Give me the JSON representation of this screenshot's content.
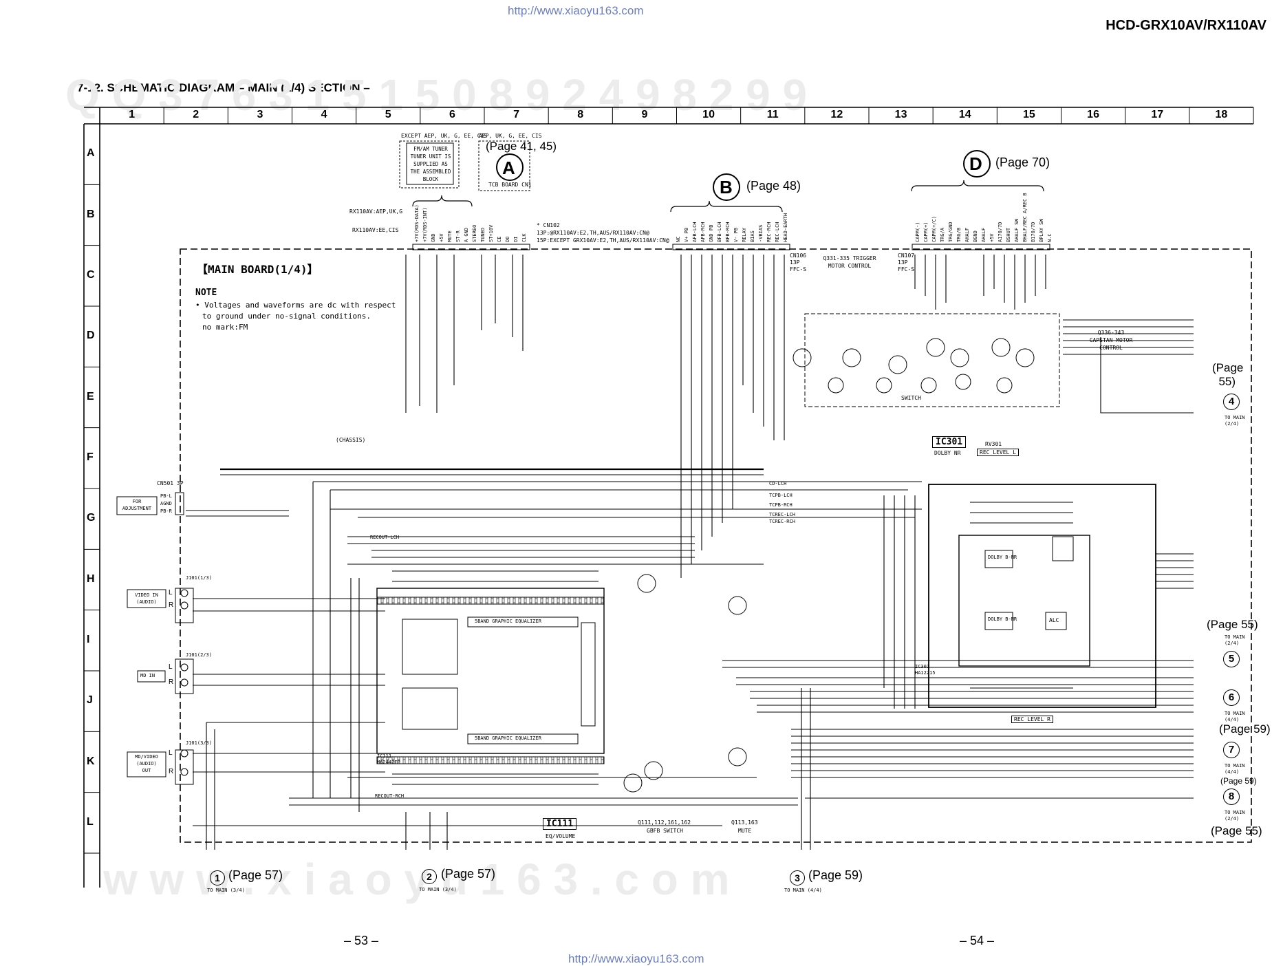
{
  "header": {
    "url": "http://www.xiaoyu163.com",
    "model": "HCD-GRX10AV/RX110AV",
    "title": "7-12. SCHEMATIC DIAGRAM – MAIN (1/4) SECTION –"
  },
  "grid": {
    "columns": [
      "1",
      "2",
      "3",
      "4",
      "5",
      "6",
      "7",
      "8",
      "9",
      "10",
      "11",
      "12",
      "13",
      "14",
      "15",
      "16",
      "17",
      "18"
    ],
    "rows": [
      "A",
      "B",
      "C",
      "D",
      "E",
      "F",
      "G",
      "H",
      "I",
      "J",
      "K",
      "L"
    ]
  },
  "board": {
    "name": "【MAIN BOARD(1/4)】",
    "note_title": "NOTE",
    "note_lines": [
      "• Voltages and waveforms are dc with respect",
      "to ground under no-signal conditions.",
      "no mark:FM"
    ]
  },
  "tuner": {
    "except_label": "EXCEPT AEP, UK, G, EE, CIS",
    "aep_label": "AEP, UK, G, EE, CIS",
    "box_lines": [
      "FM/AM TUNER",
      "TUNER UNIT IS",
      "SUPPLIED AS",
      "THE ASSEMBLED",
      "BLOCK"
    ],
    "tcb_label": "TCB BOARD CN1"
  },
  "connectors": {
    "A": {
      "letter": "A",
      "page": "(Page 41, 45)"
    },
    "B": {
      "letter": "B",
      "page": "(Page 48)"
    },
    "D": {
      "letter": "D",
      "page": "(Page 70)"
    }
  },
  "cn102": {
    "title": "* CN102",
    "line1": "13P:@RX110AV:E2,TH,AUS/RX110AV:CN@",
    "line2": "15P:EXCEPT GRX10AV:E2,TH,AUS/RX110AV:CN@",
    "rx_aep": "RX110AV:AEP,UK,G",
    "rx_ee": "RX110AV:EE,CIS"
  },
  "cn106": {
    "label": "CN106 13P FFC-S"
  },
  "cn107": {
    "label": "CN107 13P FFC-S"
  },
  "pin_labels": {
    "cn102": [
      "+7V(RDS-DATA)",
      "+7V(RDS-INT)",
      "GND",
      "+5V",
      "MUTE",
      "ST-R",
      "A GND",
      "STEREO",
      "TUNED",
      "ST+10V",
      "CE",
      "DO",
      "DI",
      "CLK"
    ],
    "cn106": [
      "NC",
      "V+ PB",
      "AFB-LCH",
      "AFB-RCH",
      "GND PB",
      "BFB-LCH",
      "BFB-RCH",
      "V- PB",
      "RELAY",
      "BIAS",
      "-VBIAS",
      "REC-RCH",
      "REC-LCH",
      "HEAD-EARTH"
    ],
    "cn107": [
      "CAPM(-)",
      "CAPM(+)",
      "CAPM(+/C)",
      "TRG/A",
      "TRG/GND",
      "TRG/B",
      "AHALF",
      "BGND",
      "AHALF",
      "+5V",
      "A170/7D",
      "BSHUT",
      "AHALF SW",
      "BHALF/REC A/REC B",
      "B170/7D",
      "BPLAY SW",
      "N.C"
    ]
  },
  "blocks": {
    "q331": "Q331-335 TRIGGER MOTOR CONTROL",
    "q336": "Q336-343 CAPSTAN MOTOR CONTROL",
    "switch": "SWITCH",
    "ic301": "IC301",
    "dolby_nr": "DOLBY NR",
    "rv301": "RV301",
    "rec_level_l": "REC LEVEL L",
    "rec_level_r": "REC LEVEL R",
    "ic301_part": "IC301 HA12215",
    "dolby_bnr": "DOLBY B-NR",
    "alc": "ALC",
    "ic111": "IC111",
    "ic111_sub": "EQ/VOLUME",
    "ic111_part": "IC111 M62442FP",
    "eq_band": "5BAND GRAPHIC EQUALIZER",
    "q111": "Q111,112,161,162",
    "q111_sub": "GBFB SWITCH",
    "q113": "Q113,163",
    "q113_sub": "MUTE",
    "chassis": "(CHASSIS)"
  },
  "jacks": {
    "cn501": "CN501 3P",
    "for_adj": [
      "FOR",
      "ADJUSTMENT"
    ],
    "cn501_pins": [
      "PB-L",
      "AGND",
      "PB-R"
    ],
    "video_in": [
      "VIDEO IN",
      "(AUDIO)"
    ],
    "j101_1": "J101(1/3)",
    "md_in": "MD IN",
    "j101_2": "J101(2/3)",
    "md_video": [
      "MD/VIDEO",
      "(AUDIO)",
      "OUT"
    ],
    "j101_3": "J101(3/3)",
    "L": "L",
    "R": "R"
  },
  "signals": {
    "cd_lch": "CD-LCH",
    "tcpb_lch": "TCPB-LCH",
    "tcpb_rch": "TCPB-RCH",
    "tcrec_lch": "TCREC-LCH",
    "tcrec_rch": "TCREC-RCH",
    "recout_lch": "RECOUT-LCH",
    "recout_rch": "RECOUT-RCH"
  },
  "right_refs": {
    "page55_top": "(Page 55)",
    "c4": "4",
    "to_main_24": "TO MAIN (2/4)",
    "page55_mid": "(Page 55)",
    "c5": "5",
    "c6": "6",
    "to_main_44": "TO MAIN (4/4)",
    "page59": "(Page 59)",
    "c7": "7",
    "to_main_44b": "TO MAIN (4/4)",
    "page59_small": "(Page 59)",
    "c8": "8",
    "to_main_24b": "TO MAIN (2/4)",
    "page55_bot": "(Page 55)"
  },
  "bottom_refs": {
    "c1": "1",
    "p1": "(Page 57)",
    "t1": "TO MAIN (3/4)",
    "c2": "2",
    "p2": "(Page 57)",
    "t2": "TO MAIN (3/4)",
    "c3": "3",
    "p3": "(Page 59)",
    "t3": "TO MAIN (4/4)"
  },
  "footer": {
    "page_left": "– 53 –",
    "page_right": "– 54 –",
    "url": "http://www.xiaoyu163.com"
  },
  "colors": {
    "line": "#000000",
    "url": "#6f7fb0",
    "watermark": "#e9e9e9"
  }
}
